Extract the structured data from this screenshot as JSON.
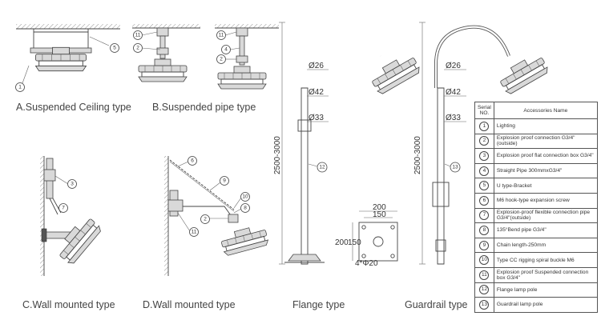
{
  "captions": {
    "a": "A.Suspended Ceiling type",
    "b": "B.Suspended pipe type",
    "c": "C.Wall mounted type",
    "d": "D.Wall mounted type",
    "flange": "Flange type",
    "guardrail": "Guardrail type"
  },
  "callouts": {
    "a": [
      "1",
      "5"
    ],
    "b1": [
      "11",
      "2"
    ],
    "b2": [
      "11",
      "4",
      "2"
    ],
    "c": [
      "3",
      "7"
    ],
    "d": [
      "6",
      "9",
      "10",
      "8",
      "2",
      "11"
    ],
    "flange": [
      "12"
    ],
    "guardrail": [
      "13"
    ]
  },
  "dimensions": {
    "flange": {
      "d1": "Ø26",
      "d2": "Ø42",
      "d3": "Ø33",
      "height": "2500-3000"
    },
    "guardrail": {
      "d1": "Ø26",
      "d2": "Ø42",
      "d3": "Ø33",
      "height": "2500-3000"
    },
    "plate": {
      "w1": "200",
      "w2": "150",
      "h1": "200",
      "h2": "150",
      "holes": "4*Φ20"
    }
  },
  "accessories": {
    "header_serial": "Serial NO.",
    "header_name": "Accessories Name",
    "rows": [
      {
        "no": "1",
        "name": "Lighting"
      },
      {
        "no": "2",
        "name": "Explosion proof connection G3/4\"(outside)"
      },
      {
        "no": "3",
        "name": "Explosion proof flat connection box G3/4\""
      },
      {
        "no": "4",
        "name": "Straight Pipe 300mmxG3/4\""
      },
      {
        "no": "5",
        "name": " U type-Bracket"
      },
      {
        "no": "6",
        "name": "M6 hook-type expansion screw"
      },
      {
        "no": "7",
        "name": "Explosion-proof flexible connection pipe G3/4\"(outside)"
      },
      {
        "no": "8",
        "name": "135°Bend pipe G3/4\""
      },
      {
        "no": "9",
        "name": "Chain length-250mm"
      },
      {
        "no": "10",
        "name": "Type CC rigging spiral buckle M6"
      },
      {
        "no": "11",
        "name": "Explosion proof Suspended connection box G3/4\""
      },
      {
        "no": "12",
        "name": "Flange lamp pole"
      },
      {
        "no": "13",
        "name": "Guardrail lamp pole"
      }
    ]
  }
}
